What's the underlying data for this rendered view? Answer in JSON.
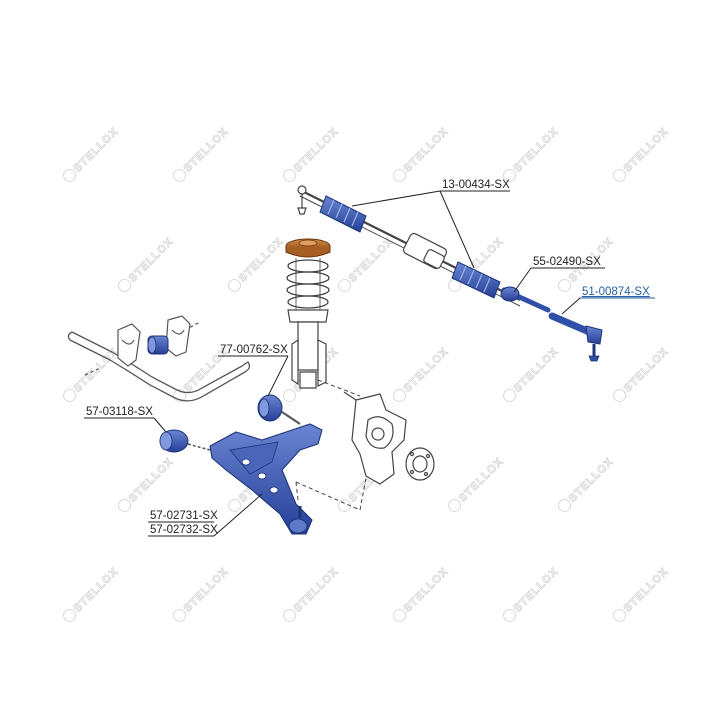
{
  "watermark": {
    "text": "STELLOX"
  },
  "parts": {
    "steering_rack": "13-00434-SX",
    "inner_tie_rod": "55-02490-SX",
    "tie_rod_end": "51-00874-SX",
    "strut_bushing": "77-00762-SX",
    "stabilizer_bushing": "57-03118-SX",
    "control_arm_left": "57-02731-SX",
    "control_arm_right": "57-02732-SX"
  },
  "colors": {
    "highlight": "#2f4fa8",
    "highlight_light": "#5d79c7",
    "mount_orange": "#b86a2a",
    "line": "#333333",
    "link": "#2a5fa0",
    "watermark": "#d9d9d9"
  }
}
